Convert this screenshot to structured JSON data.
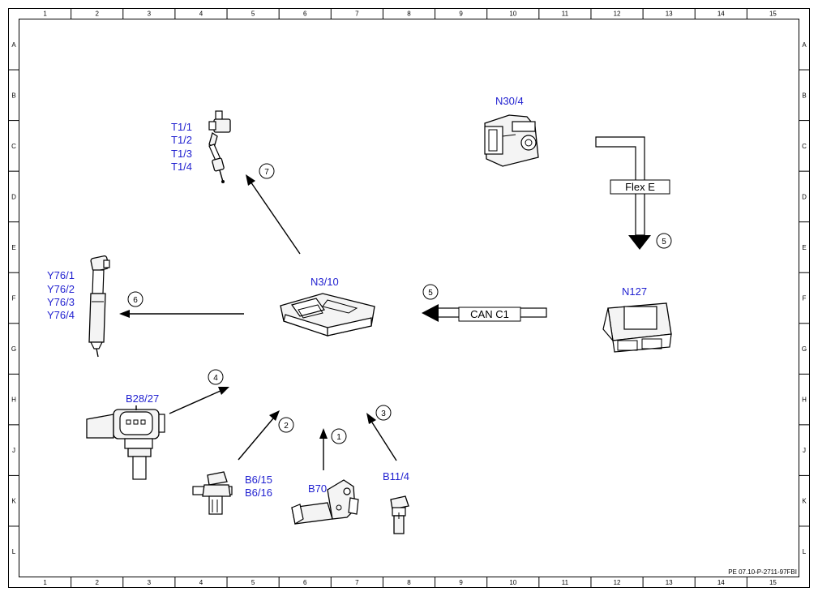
{
  "frame": {
    "columns": [
      "1",
      "2",
      "3",
      "4",
      "5",
      "6",
      "7",
      "8",
      "9",
      "10",
      "11",
      "12",
      "13",
      "14",
      "15"
    ],
    "rows": [
      "A",
      "B",
      "C",
      "D",
      "E",
      "F",
      "G",
      "H",
      "J",
      "K",
      "L"
    ]
  },
  "components": {
    "n30_4": "N30/4",
    "n3_10": "N3/10",
    "n127": "N127",
    "b28_27": "B28/27",
    "b70": "B70",
    "b11_4": "B11/4",
    "t1": [
      "T1/1",
      "T1/2",
      "T1/3",
      "T1/4"
    ],
    "y76": [
      "Y76/1",
      "Y76/2",
      "Y76/3",
      "Y76/4"
    ],
    "b6": [
      "B6/15",
      "B6/16"
    ]
  },
  "signals": {
    "flex_e": "Flex E",
    "can_c1": "CAN C1"
  },
  "callouts": {
    "c1": "1",
    "c2": "2",
    "c3": "3",
    "c4": "4",
    "c5_can": "5",
    "c5_flex": "5",
    "c6": "6",
    "c7": "7"
  },
  "reference": "PE 07.10-P-2711-97FBI"
}
